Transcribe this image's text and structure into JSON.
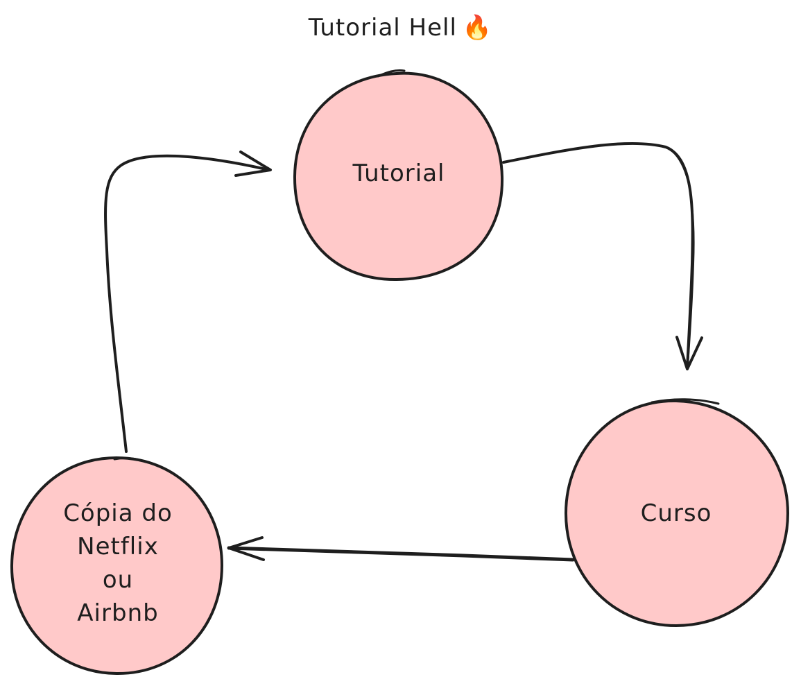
{
  "title": {
    "text": "Tutorial Hell",
    "emoji": "🔥"
  },
  "colors": {
    "node_fill": "#ffc9c9",
    "stroke": "#1e1e1e",
    "background": "#ffffff"
  },
  "nodes": {
    "tutorial": {
      "label": "Tutorial"
    },
    "curso": {
      "label": "Curso"
    },
    "copia": {
      "lines": [
        "Cópia do",
        "Netflix",
        "ou",
        "Airbnb"
      ]
    }
  },
  "edges": [
    {
      "from": "tutorial",
      "to": "curso"
    },
    {
      "from": "curso",
      "to": "copia"
    },
    {
      "from": "copia",
      "to": "tutorial"
    }
  ]
}
